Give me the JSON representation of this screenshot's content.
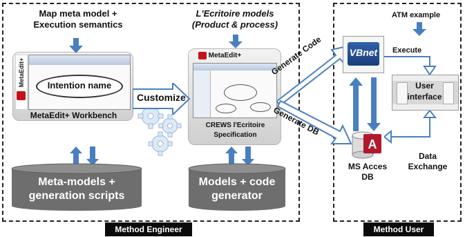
{
  "left_section": {
    "top_text_line1": "Map meta model +",
    "top_text_line2": "Execution semantics",
    "panel_caption": "MetaEdit+ Workbench",
    "ellipse_text": "Intention name",
    "side_logo": "MetaEdit+",
    "db_line1": "Meta-models +",
    "db_line2": "generation scripts",
    "footer_tag": "Method Engineer"
  },
  "middle_section": {
    "title_line1": "L'Ecritoire models",
    "title_line2": "(Product & process)",
    "logo_text": "MetaEdit+",
    "caption_line1": "CREWS l'Ecritoire",
    "caption_line2": "Specification",
    "db_line1": "Models + code",
    "db_line2": "generator"
  },
  "customize_label": "Customize",
  "generate_code_label": "Generate Code",
  "generate_db_label": "Generate DB",
  "right_section": {
    "atm_label": "ATM example",
    "vbnet_text": "VBnet",
    "execute_label": "Execute",
    "ui_line1": "User",
    "ui_line2": "interface",
    "access_line1": "MS Acces",
    "access_line2": "DB",
    "data_exchange_line1": "Data",
    "data_exchange_line2": "Exchange",
    "footer_tag": "Method User"
  },
  "colors": {
    "arrow_blue": "#4a7fbf",
    "db_gray": "#6e6e6e",
    "db_top": "#8f8f8f",
    "access_red": "#b0192c"
  }
}
